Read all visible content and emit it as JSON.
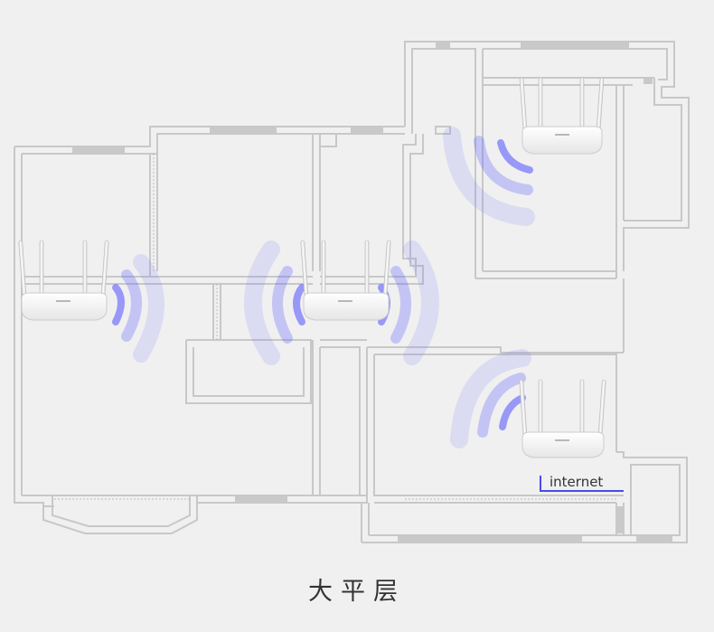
{
  "caption": "大平层",
  "internet_label": "internet",
  "colors": {
    "background": "#f0f0f0",
    "wall": "#c8c8c8",
    "window": "#c9c9c9",
    "signal": "#5b5bff",
    "internet_line": "#4a4af0",
    "router_body": "#ffffff"
  },
  "routers": [
    {
      "id": "router-top-right",
      "role": "wireless-router",
      "antennas": 4
    },
    {
      "id": "router-left",
      "role": "wireless-router",
      "antennas": 4
    },
    {
      "id": "router-center",
      "role": "wireless-router",
      "antennas": 4
    },
    {
      "id": "router-bottom-right",
      "role": "wireless-router",
      "antennas": 4
    }
  ],
  "icons": [
    "router-icon",
    "wifi-signal-icon",
    "internet-port-line"
  ]
}
